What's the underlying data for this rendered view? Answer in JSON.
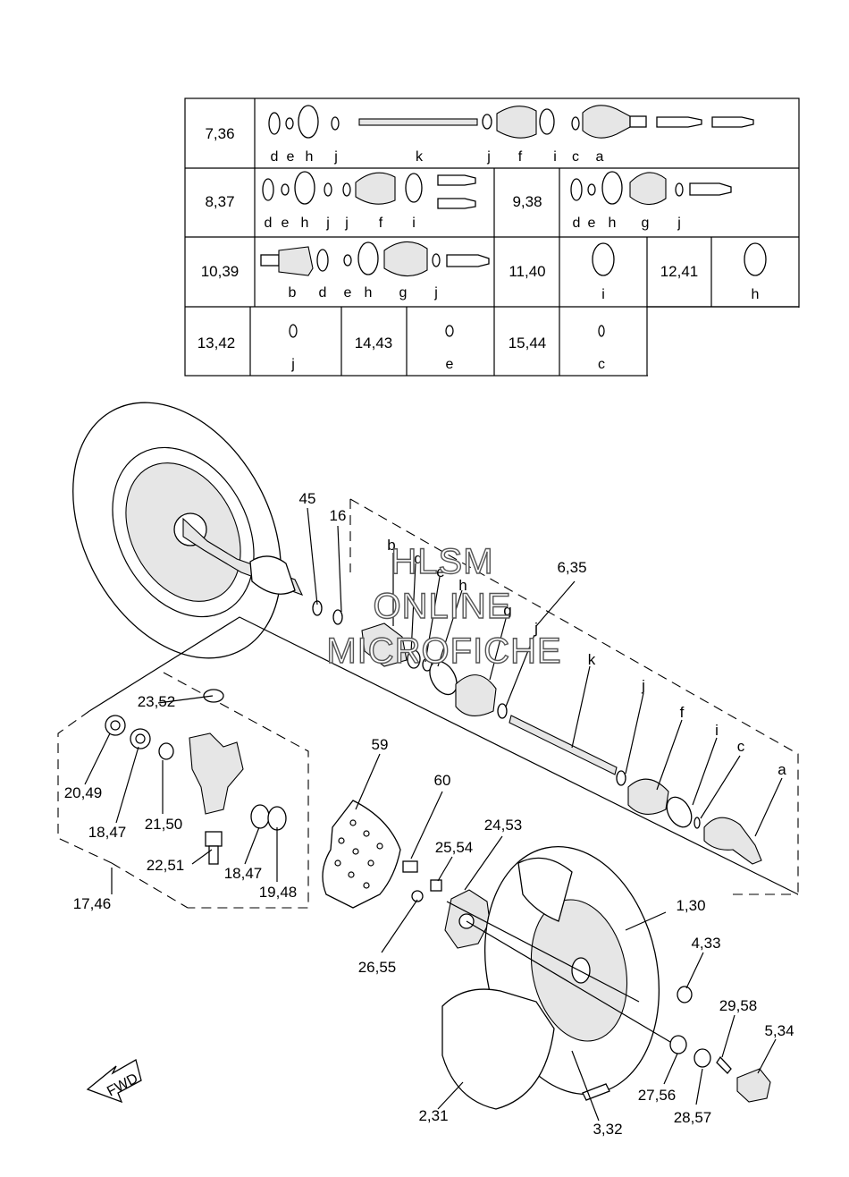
{
  "watermark": [
    "HLSM",
    "ONLINE",
    "MICROFICHE"
  ],
  "table": {
    "rows": [
      {
        "ref": "7,36",
        "letters": [
          "d",
          "e",
          "h",
          "j",
          "k",
          "j",
          "f",
          "i",
          "c",
          "a"
        ]
      },
      {
        "ref": "8,37",
        "letters": [
          "d",
          "e",
          "h",
          "j",
          "j",
          "f",
          "i"
        ]
      },
      {
        "ref": "9,38",
        "letters": [
          "d",
          "e",
          "h",
          "g",
          "j"
        ]
      },
      {
        "ref": "10,39",
        "letters": [
          "b",
          "d",
          "e",
          "h",
          "g",
          "j"
        ]
      },
      {
        "ref": "11,40",
        "letters": [
          "i"
        ]
      },
      {
        "ref": "12,41",
        "letters": [
          "h"
        ]
      },
      {
        "ref": "13,42",
        "letters": [
          "j"
        ]
      },
      {
        "ref": "14,43",
        "letters": [
          "e"
        ]
      },
      {
        "ref": "15,44",
        "letters": [
          "c"
        ]
      }
    ]
  },
  "callouts": {
    "c45": "45",
    "c16": "16",
    "c6_35": "6,35",
    "lb": "b",
    "ld": "d",
    "le": "e",
    "lh": "h",
    "lg": "g",
    "lj1": "j",
    "lk": "k",
    "lj2": "j",
    "lf": "f",
    "li": "i",
    "lc": "c",
    "la": "a",
    "c23_52": "23,52",
    "c20_49": "20,49",
    "c18_47a": "18,47",
    "c21_50": "21,50",
    "c22_51": "22,51",
    "c18_47b": "18,47",
    "c19_48": "19,48",
    "c17_46": "17,46",
    "c59": "59",
    "c60": "60",
    "c24_53": "24,53",
    "c25_54": "25,54",
    "c26_55": "26,55",
    "c1_30": "1,30",
    "c4_33": "4,33",
    "c29_58": "29,58",
    "c5_34": "5,34",
    "c27_56": "27,56",
    "c28_57": "28,57",
    "c2_31": "2,31",
    "c3_32": "3,32"
  },
  "fwd_label": "FWD"
}
